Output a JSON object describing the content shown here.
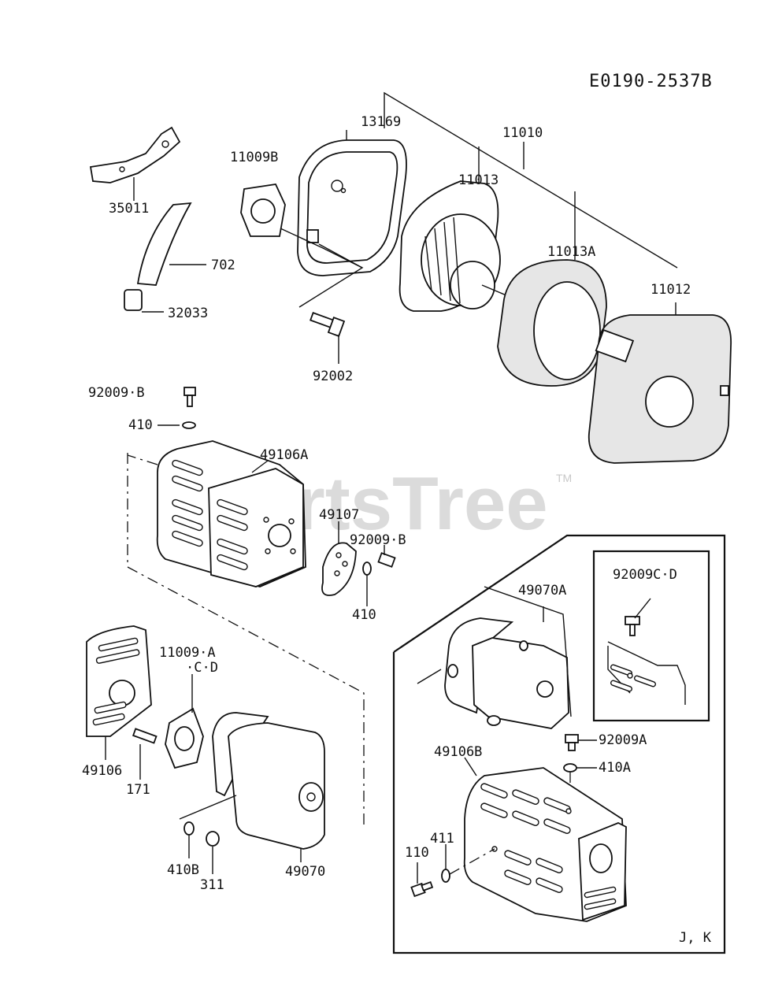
{
  "diagram": {
    "reference_code": "E0190-2537B",
    "watermark": "PartsTree",
    "watermark_tm": "TM",
    "variant_note": "J, K",
    "labels": {
      "p13169": "13169",
      "p11010": "11010",
      "p11009B": "11009B",
      "p11013": "11013",
      "p11013A": "11013A",
      "p11012": "11012",
      "p35011": "35011",
      "p702": "702",
      "p32033": "32033",
      "p92002": "92002",
      "p92009B_top": "92009·B",
      "p410_top": "410",
      "p49106A": "49106A",
      "p49107": "49107",
      "p92009B_mid": "92009·B",
      "p410_mid": "410",
      "p11009ACD_1": "11009·A",
      "p11009ACD_2": "·C·D",
      "p49106": "49106",
      "p171": "171",
      "p410B": "410B",
      "p311": "311",
      "p49070": "49070",
      "p92009CD": "92009C·D",
      "p49070A": "49070A",
      "p92009A": "92009A",
      "p410A": "410A",
      "p49106B": "49106B",
      "p411": "411",
      "p110": "110"
    }
  }
}
